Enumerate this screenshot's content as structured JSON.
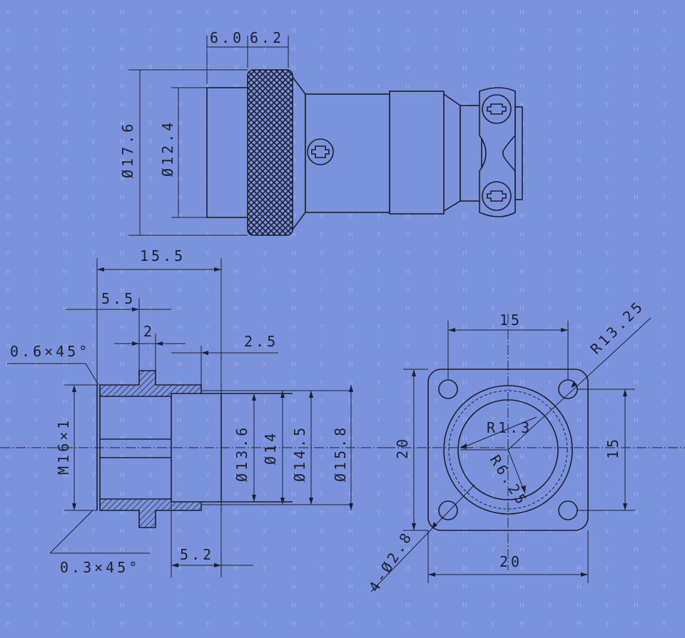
{
  "watermark": "HY",
  "colors": {
    "background": "#7b93dd",
    "ink": "#1d1f2e"
  },
  "top_view": {
    "dims": {
      "len_a": "6.0",
      "len_b": "6.2",
      "dia_outer": "Ø17.6",
      "dia_inner": "Ø12.4"
    }
  },
  "section_view": {
    "dims": {
      "total_length": "15.5",
      "thread_length": "5.5",
      "flange": "2",
      "step": "2.5",
      "chamfer_top": "0.6×45°",
      "chamfer_bottom": "0.3×45°",
      "thread": "M16×1",
      "tail_length": "5.2",
      "d1": "Ø13.6",
      "d2": "Ø14",
      "d3": "Ø14.5",
      "d4": "Ø15.8"
    }
  },
  "flange_view": {
    "dims": {
      "hole_spacing_top": "15",
      "radius_outer": "R13.25",
      "radius_small": "R1.3",
      "radius_inner": "R6.25",
      "width_left": "20",
      "hole_spacing_right": "15",
      "width_bottom": "20",
      "holes": "4-Ø2.8"
    }
  }
}
